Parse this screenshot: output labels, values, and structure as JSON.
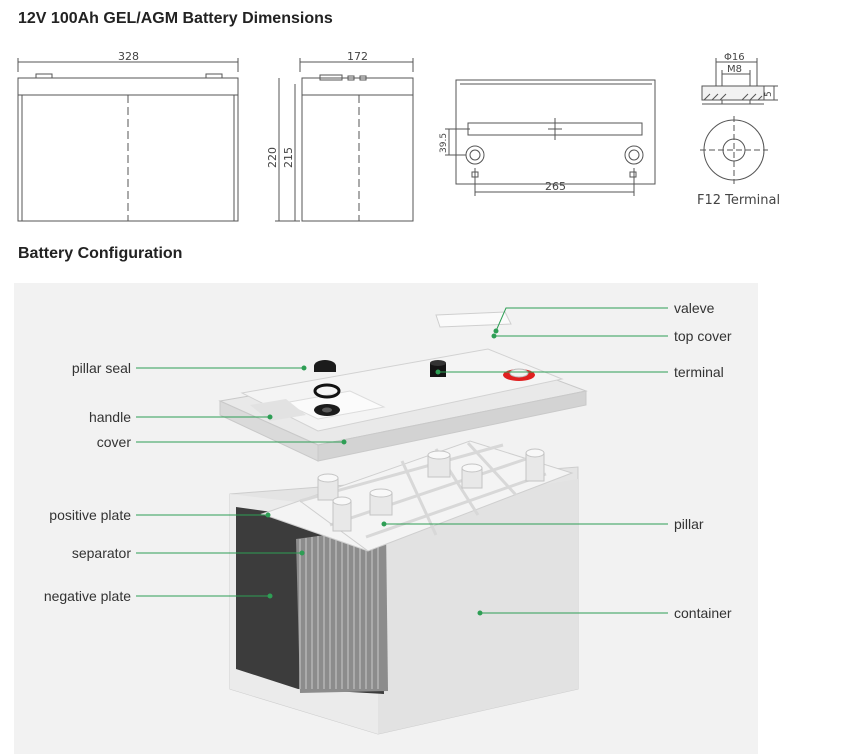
{
  "titles": {
    "dimensions": "12V 100Ah GEL/AGM Battery Dimensions",
    "configuration": "Battery Configuration"
  },
  "dimensions": {
    "front_width": "328",
    "side_width": "172",
    "total_height": "220",
    "case_height": "215",
    "terminal_height": "39.5",
    "terminal_spacing": "265",
    "terminal_diameter": "Φ16",
    "terminal_thread": "M8",
    "terminal_depth": "5",
    "terminal_name": "F12 Terminal"
  },
  "parts": {
    "left": [
      "pillar seal",
      "handle",
      "cover",
      "positive plate",
      "separator",
      "negative plate"
    ],
    "right": [
      "valeve",
      "top cover",
      "terminal",
      "pillar",
      "container"
    ]
  },
  "colors": {
    "line": "#555555",
    "leader": "#2e9e55",
    "case": "#e6e6e6",
    "terminal_red": "#e02020"
  }
}
